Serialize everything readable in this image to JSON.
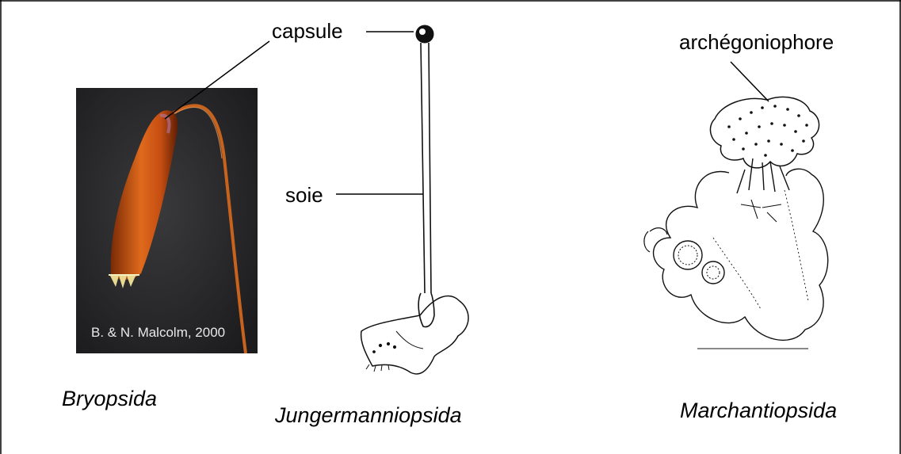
{
  "figure": {
    "labels": {
      "capsule": "capsule",
      "soie": "soie",
      "archegoniophore": "archégoniophore"
    },
    "photo_credit": "B. & N. Malcolm, 2000",
    "taxa": {
      "bryopsida": "Bryopsida",
      "jungermanniopsida": "Jungermanniopsida",
      "marchantiopsida": "Marchantiopsida"
    }
  }
}
